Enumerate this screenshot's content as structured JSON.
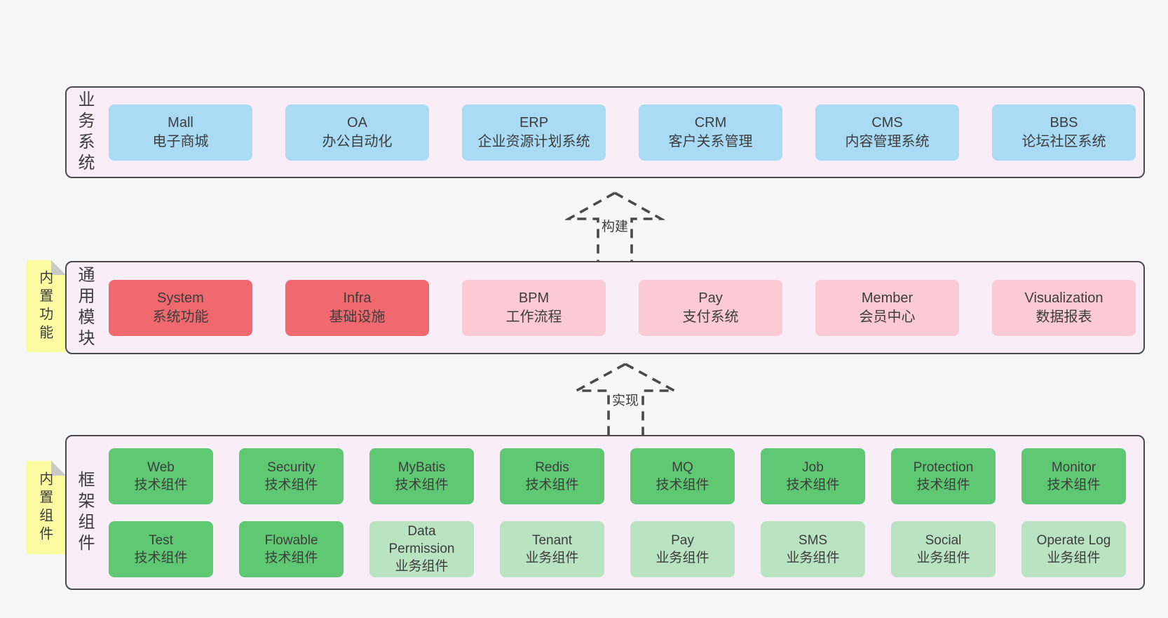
{
  "colors": {
    "page-bg": "#f7f7f7",
    "band-bg": "#f9edf7",
    "line": "#4a4a4a",
    "text": "#3d3d3d",
    "blue": "#a9dbf5",
    "red": "#f0696e",
    "pink": "#fbcad4",
    "green": "#5ec873",
    "green-light": "#bae4c1",
    "yellow": "#fbfba1",
    "fold": "#c9c9c9"
  },
  "bands": [
    {
      "label": "业务系统",
      "sticky": null,
      "rows": [
        [
          {
            "title": "Mall",
            "subtitle": "电子商城",
            "variant": "blue"
          },
          {
            "title": "OA",
            "subtitle": "办公自动化",
            "variant": "blue"
          },
          {
            "title": "ERP",
            "subtitle": "企业资源计划系统",
            "variant": "blue"
          },
          {
            "title": "CRM",
            "subtitle": "客户关系管理",
            "variant": "blue"
          },
          {
            "title": "CMS",
            "subtitle": "内容管理系统",
            "variant": "blue"
          },
          {
            "title": "BBS",
            "subtitle": "论坛社区系统",
            "variant": "blue"
          }
        ]
      ]
    },
    {
      "label": "通用模块",
      "sticky": "内置功能",
      "rows": [
        [
          {
            "title": "System",
            "subtitle": "系统功能",
            "variant": "red"
          },
          {
            "title": "Infra",
            "subtitle": "基础设施",
            "variant": "red"
          },
          {
            "title": "BPM",
            "subtitle": "工作流程",
            "variant": "pink"
          },
          {
            "title": "Pay",
            "subtitle": "支付系统",
            "variant": "pink"
          },
          {
            "title": "Member",
            "subtitle": "会员中心",
            "variant": "pink"
          },
          {
            "title": "Visualization",
            "subtitle": "数据报表",
            "variant": "pink"
          }
        ]
      ]
    },
    {
      "label": "框架组件",
      "sticky": "内置组件",
      "rows": [
        [
          {
            "title": "Web",
            "subtitle": "技术组件",
            "variant": "green"
          },
          {
            "title": "Security",
            "subtitle": "技术组件",
            "variant": "green"
          },
          {
            "title": "MyBatis",
            "subtitle": "技术组件",
            "variant": "green"
          },
          {
            "title": "Redis",
            "subtitle": "技术组件",
            "variant": "green"
          },
          {
            "title": "MQ",
            "subtitle": "技术组件",
            "variant": "green"
          },
          {
            "title": "Job",
            "subtitle": "技术组件",
            "variant": "green"
          },
          {
            "title": "Protection",
            "subtitle": "技术组件",
            "variant": "green"
          },
          {
            "title": "Monitor",
            "subtitle": "技术组件",
            "variant": "green"
          }
        ],
        [
          {
            "title": "Test",
            "subtitle": "技术组件",
            "variant": "green"
          },
          {
            "title": "Flowable",
            "subtitle": "技术组件",
            "variant": "green"
          },
          {
            "title": "Data Permission",
            "subtitle": "业务组件",
            "variant": "green-light"
          },
          {
            "title": "Tenant",
            "subtitle": "业务组件",
            "variant": "green-light"
          },
          {
            "title": "Pay",
            "subtitle": "业务组件",
            "variant": "green-light"
          },
          {
            "title": "SMS",
            "subtitle": "业务组件",
            "variant": "green-light"
          },
          {
            "title": "Social",
            "subtitle": "业务组件",
            "variant": "green-light"
          },
          {
            "title": "Operate Log",
            "subtitle": "业务组件",
            "variant": "green-light"
          }
        ]
      ]
    }
  ],
  "arrows": [
    {
      "label": "构建"
    },
    {
      "label": "实现"
    }
  ]
}
